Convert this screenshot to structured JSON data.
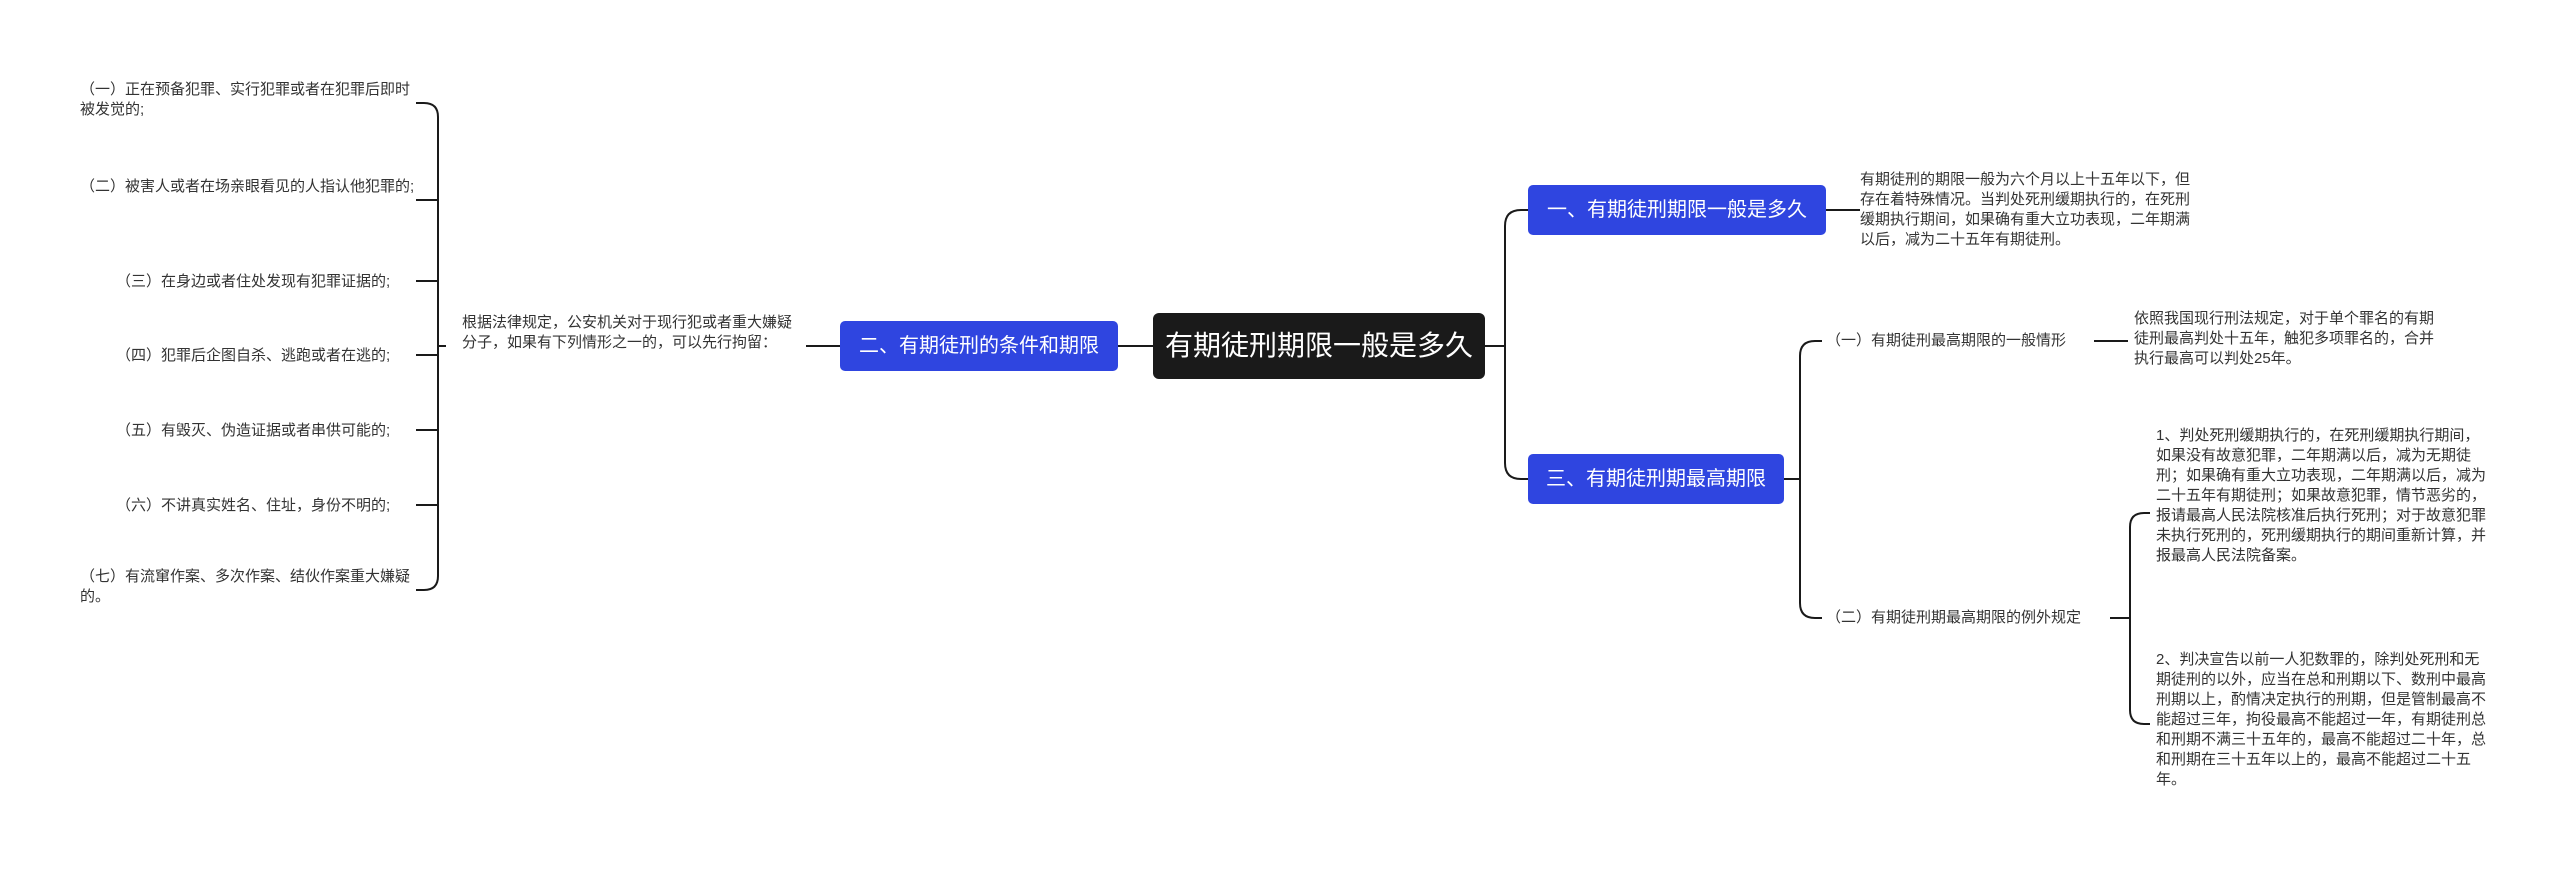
{
  "mindmap": {
    "root": {
      "title": "有期徒刑期限一般是多久"
    },
    "branch1": {
      "title": "一、有期徒刑期限一般是多久",
      "text": "有期徒刑的期限一般为六个月以上十五年以下，但存在着特殊情况。当判处死刑缓期执行的，在死刑缓期执行期间，如果确有重大立功表现，二年期满以后，减为二十五年有期徒刑。"
    },
    "branch2": {
      "title": "二、有期徒刑的条件和期限",
      "text": "根据法律规定，公安机关对于现行犯或者重大嫌疑分子，如果有下列情形之一的，可以先行拘留：",
      "items": [
        "（一）正在预备犯罪、实行犯罪或者在犯罪后即时被发觉的;",
        "（二）被害人或者在场亲眼看见的人指认他犯罪的;",
        "（三）在身边或者住处发现有犯罪证据的;",
        "（四）犯罪后企图自杀、逃跑或者在逃的;",
        "（五）有毁灭、伪造证据或者串供可能的;",
        "（六）不讲真实姓名、住址，身份不明的;",
        "（七）有流窜作案、多次作案、结伙作案重大嫌疑的。"
      ]
    },
    "branch3": {
      "title": "三、有期徒刑期最高期限",
      "sub1": {
        "label": "（一）有期徒刑最高期限的一般情形",
        "text": "依照我国现行刑法规定，对于单个罪名的有期徒刑最高判处十五年，触犯多项罪名的，合并执行最高可以判处25年。"
      },
      "sub2": {
        "label": "（二）有期徒刑期最高期限的例外规定",
        "items": [
          "1、判处死刑缓期执行的，在死刑缓期执行期间，如果没有故意犯罪，二年期满以后，减为无期徒刑；如果确有重大立功表现，二年期满以后，减为二十五年有期徒刑；如果故意犯罪，情节恶劣的，报请最高人民法院核准后执行死刑；对于故意犯罪未执行死刑的，死刑缓期执行的期间重新计算，并报最高人民法院备案。",
          "2、判决宣告以前一人犯数罪的，除判处死刑和无期徒刑的以外，应当在总和刑期以下、数刑中最高刑期以上，酌情决定执行的刑期，但是管制最高不能超过三年，拘役最高不能超过一年，有期徒刑总和刑期不满三十五年的，最高不能超过二十年，总和刑期在三十五年以上的，最高不能超过二十五年。"
        ]
      }
    },
    "colors": {
      "root_bg": "#1a1a1a",
      "branch_bg": "#2f45e0",
      "line": "#1a1a1a",
      "text": "#333333"
    }
  }
}
